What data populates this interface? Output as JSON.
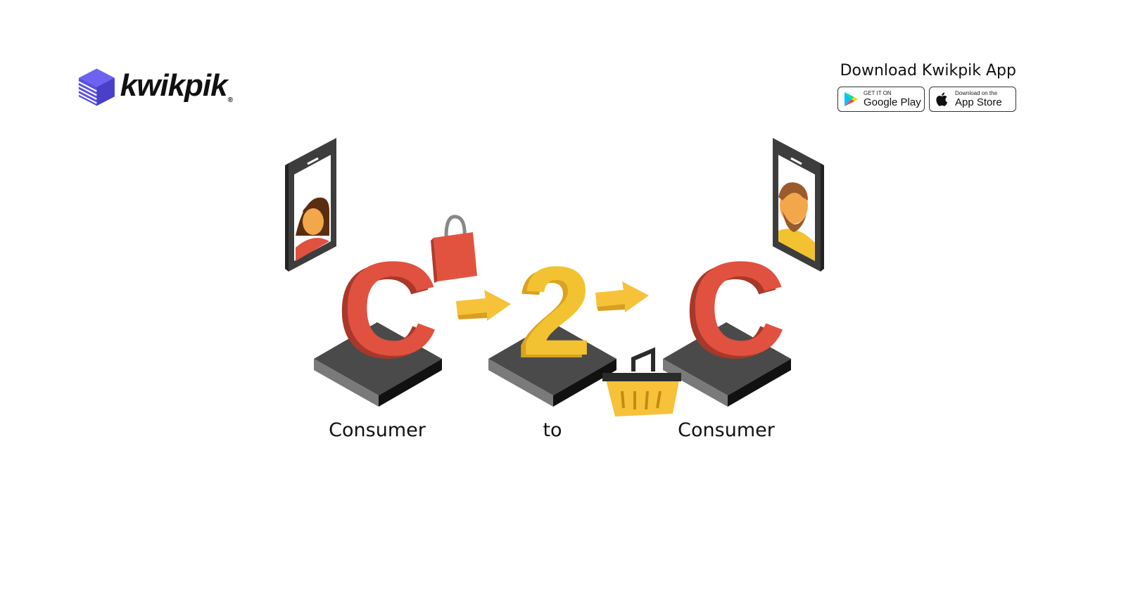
{
  "brand": {
    "name": "kwikpik",
    "reg": "®",
    "color": "#5b4fe0"
  },
  "download": {
    "title": "Download Kwikpik App",
    "google_play": {
      "small": "GET IT ON",
      "big": "Google Play",
      "icon": "google-play-icon"
    },
    "app_store": {
      "small": "Download on the",
      "big": "App Store",
      "icon": "apple-icon"
    }
  },
  "diagram": {
    "letters": [
      "C",
      "2",
      "C"
    ],
    "captions": [
      "Consumer",
      "to",
      "Consumer"
    ],
    "colors": {
      "c_letter": "#e0513f",
      "two": "#f2c230",
      "arrow": "#f6c23a",
      "platform_top": "#4a4a4a",
      "bag": "#e2533f"
    }
  }
}
